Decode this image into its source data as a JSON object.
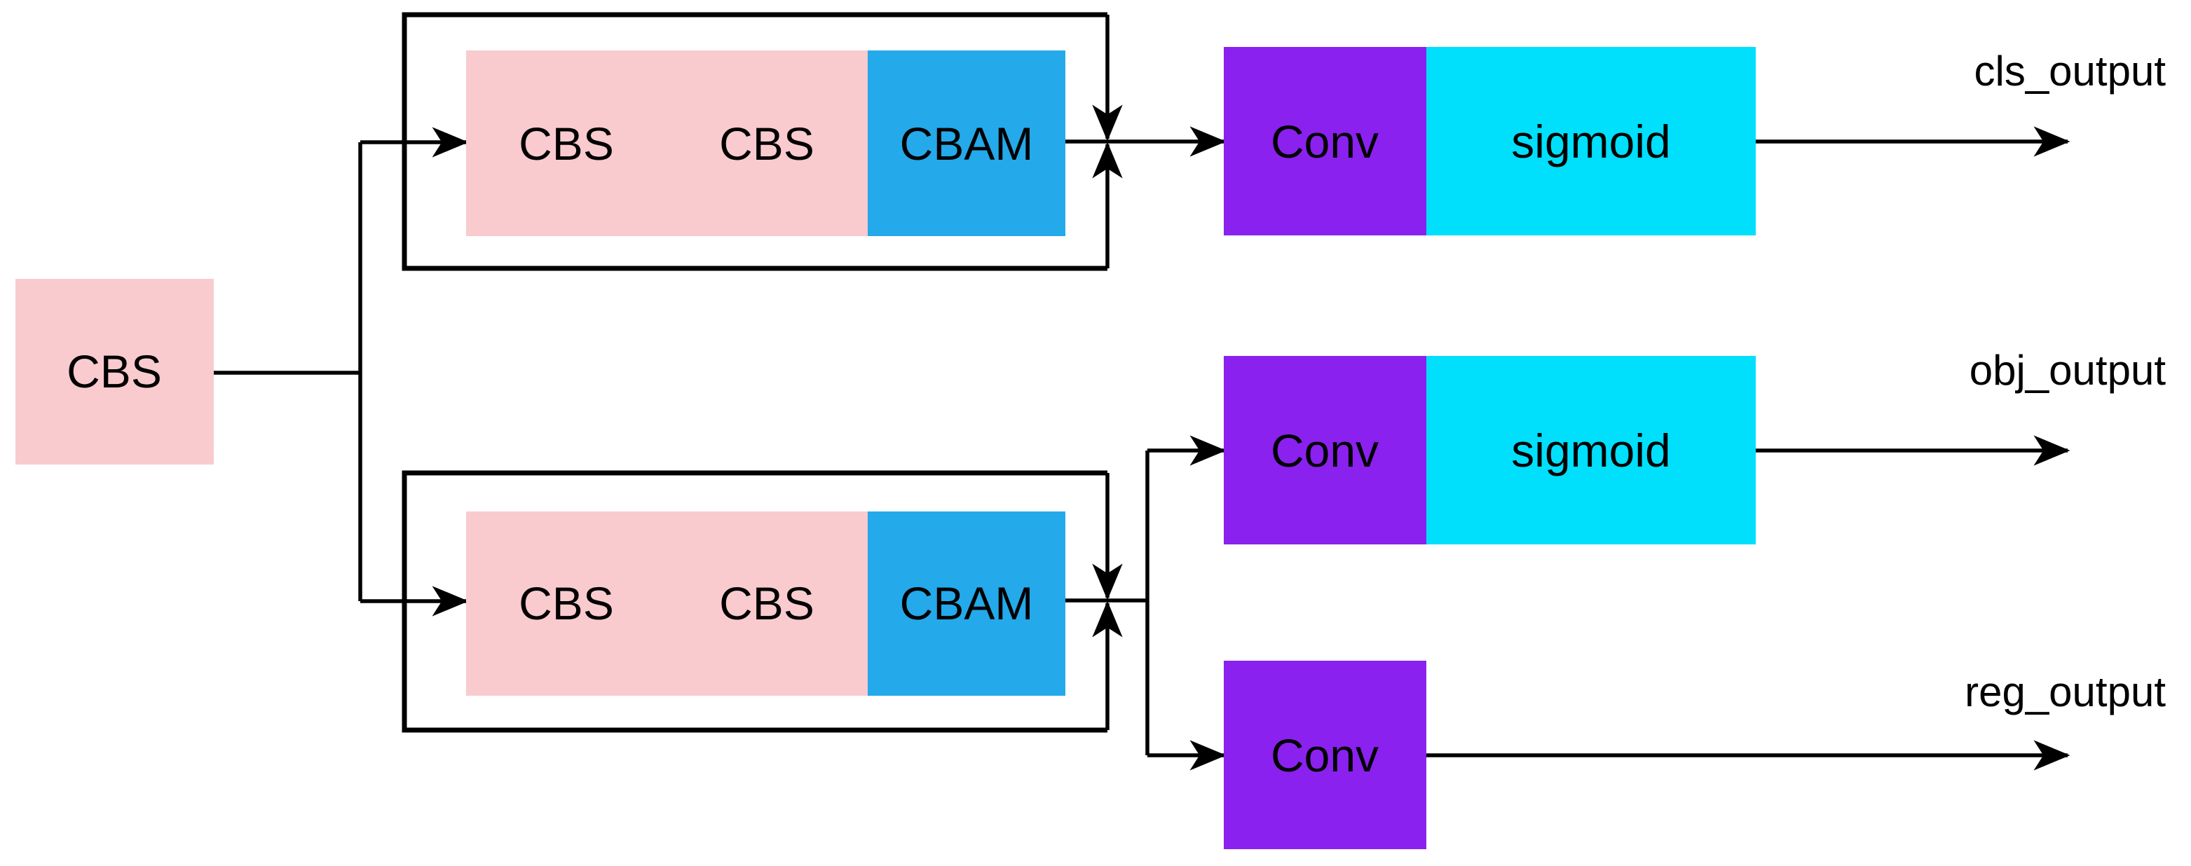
{
  "colors": {
    "background": "#ffffff",
    "pink": "#f9cbce",
    "blue": "#24a9ea",
    "purple": "#8a21ef",
    "cyan": "#00dffb",
    "line": "#000000"
  },
  "input": {
    "label": "CBS"
  },
  "branches": [
    {
      "cbs_a": "CBS",
      "cbs_b": "CBS",
      "cbam": "CBAM"
    },
    {
      "cbs_a": "CBS",
      "cbs_b": "CBS",
      "cbam": "CBAM"
    }
  ],
  "heads": {
    "cls": {
      "conv": "Conv",
      "activation": "sigmoid",
      "output_label": "cls_output"
    },
    "obj": {
      "conv": "Conv",
      "activation": "sigmoid",
      "output_label": "obj_output"
    },
    "reg": {
      "conv": "Conv",
      "output_label": "reg_output"
    }
  }
}
